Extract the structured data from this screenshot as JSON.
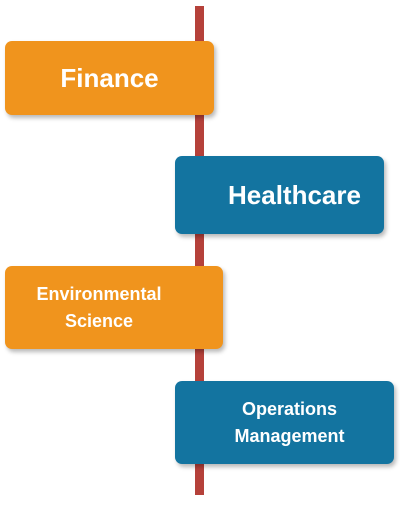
{
  "diagram": {
    "spine_color": "#b5413a",
    "colors": {
      "orange": "#f0941d",
      "blue": "#1374a0",
      "text": "#ffffff"
    },
    "items": [
      {
        "label": "Finance",
        "color": "orange",
        "side": "left"
      },
      {
        "label": "Healthcare",
        "color": "blue",
        "side": "right"
      },
      {
        "label": "Environmental\nScience",
        "color": "orange",
        "side": "left"
      },
      {
        "label": "Operations\nManagement",
        "color": "blue",
        "side": "right"
      }
    ]
  }
}
